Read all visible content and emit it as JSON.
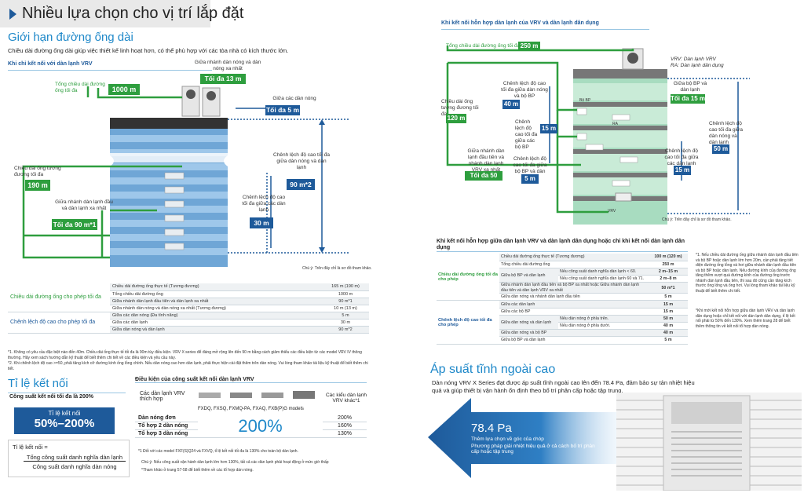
{
  "header": {
    "title": "Nhiều lựa chọn cho vị trí lắp đặt"
  },
  "pipe": {
    "title": "Giới hạn đường ống dài",
    "intro": "Chiều dài đường ống dài giúp việc thiết kế linh hoạt hơn, có thể phù hợp với các tòa nhà có kích thước lớn.",
    "subheader": "Khi chỉ kết nối với dàn lạnh VRV",
    "diagram": {
      "total_label": "Tổng chiều dài đường ống tối đa",
      "total_value": "1000 m",
      "outdoor_label": "Giữa nhánh dàn nóng và dàn nóng xa nhất",
      "outdoor_value": "Tối đa 13 m",
      "between_label": "Giữa các dàn nóng",
      "between_value": "Tối đa 5 m",
      "equiv_label": "Chiều dài ống tương đương tối đa",
      "equiv_value": "190 m",
      "height_label": "Chênh lệch độ cao tối đa giữa dàn nóng và dàn lạnh",
      "height_value": "90 m*2",
      "branch_label": "Giữa nhánh dàn lạnh đầu và dàn lạnh xa nhất",
      "branch_value": "Tối đa 90 m*1",
      "indoor_label": "Chênh lệch độ cao tối đa giữa các dàn lạnh",
      "indoor_value": "30 m",
      "note": "Chú ý: Trên đây chỉ là sơ đồ tham khảo."
    },
    "table": {
      "group1": "Chiều dài đường ống cho phép tối đa",
      "group2": "Chênh lệch độ cao cho phép tối đa",
      "rows1": [
        [
          "Chiều dài đường ống thực tế (Tương đương)",
          "165 m (190 m)"
        ],
        [
          "Tổng chiều dài đường ống",
          "1000 m"
        ],
        [
          "Giữa nhánh dàn lạnh đầu tiên và dàn lạnh xa nhất",
          "90 m*1"
        ],
        [
          "Giữa nhánh dàn nóng và dàn nóng xa nhất (Tương đương)",
          "10 m (13 m)"
        ]
      ],
      "rows2": [
        [
          "Giữa các dàn nóng (Đa tính năng)",
          "5 m"
        ],
        [
          "Giữa các dàn lạnh",
          "30 m"
        ],
        [
          "Giữa dàn nóng và dàn lạnh",
          "90 m*2"
        ]
      ]
    },
    "footnote1": "*1. Không có yêu cầu đặc biệt nào đến 40m. Chiều dài ống thực tế tối đa là 90m tùy điều kiện. VRV X series để đáng mở rộng lên đến 90 m bằng cách giảm thiểu các điều kiện từ các model VRV IV thông thường. Hãy xem sách hướng dẫn kỹ thuật để biết thêm chi tiết về các điều kiện và yêu cầu này.",
    "footnote2": "*2. Khi chênh lệch độ cao >=50, phải tăng kích cỡ đường kính ống lỏng chính. Nếu dàn nóng cao hơn dàn lạnh, phải thực hiện cài đặt thêm trên dàn nóng. Vui lòng tham khảo tài liệu kỹ thuật để biết thêm chi tiết."
  },
  "ratio": {
    "title": "Tỉ lệ kết nối",
    "capacity": "Công suất kết nối tối đa là 200%",
    "box_label": "Tỉ lệ kết nối",
    "box_value": "50%–200%",
    "formula_label": "Tỉ lệ kết nối =",
    "numerator": "Tổng công suất danh nghĩa dàn lạnh",
    "denominator": "Công suất danh nghĩa dàn nóng",
    "cond_header": "Điều kiện của công suất kết nối dàn lạnh VRV",
    "col1": "Các dàn lạnh VRV thích hợp",
    "models": "FXDQ, FXSQ, FXMQ-PA, FXAQ, FXB(P)G models",
    "col3": "Các kiểu dàn lạnh VRV khác*1",
    "big": "200%",
    "rows": [
      [
        "Dàn nóng đơn",
        "200%"
      ],
      [
        "Tổ hợp 2 dàn nóng",
        "160%"
      ],
      [
        "Tổ hợp 3 dàn nóng",
        "130%"
      ]
    ],
    "note1": "*1 Đối với các model FXF(S)Q24 và FXVQ, tỉ lệ kết nối tối đa là 130% cho toàn bộ dàn lạnh.",
    "note2": "Chú ý: Nếu công suất vận hành dàn lạnh lớn hơn 130%, tất cả các dàn lạnh phải hoạt động ở mức giờ thấp",
    "note3": "*Tham khảo ở trang 57-58 để biết thêm về các tổ hợp dàn nóng."
  },
  "mixed": {
    "header": "Khi kết nối hỗn hợp dàn lạnh của VRV và dàn lạnh dân dụng",
    "total_label": "Tổng chiều dài đường ống tối đa",
    "total_value": "250 m",
    "legend1": "VRV: Dàn lạnh VRV",
    "legend2": "RA: Dàn lạnh dân dụng",
    "equiv_label": "Chiều dài ống tương đương tối đa",
    "equiv_value": "120 m",
    "h40_label": "Chênh lệch độ cao tối đa giữa dàn nóng và bộ BP",
    "h40_value": "40 m",
    "bp_label": "Giữa bộ BP và dàn lạnh",
    "bp_value": "Tối đa 15 m",
    "bp15_label": "Chênh lệch độ cao tối đa giữa các bộ BP",
    "bp15_value": "15 m",
    "right50_label": "Chênh lệch độ cao tối đa giữa dàn nóng và dàn lạnh",
    "right50_value": "50 m",
    "branch_label": "Giữa nhánh dàn lạnh đầu tiên và nhánh dàn lạnh VRV xa nhất",
    "branch_value": "Tối đa 50 m*1",
    "bpbp_label": "Chênh lệch độ cao tối đa giữa bộ BP và dàn lạnh",
    "bpbp_value": "5 m",
    "ra15_label": "Chênh lệch độ cao tối đa giữa các dàn lạnh",
    "ra15_value": "15 m",
    "bp_tag": "Bộ BP",
    "ra_tag": "RA",
    "vrv_tag": "VRV",
    "note": "Chú ý: Trên đây chỉ là sơ đồ tham khảo."
  },
  "mixed_table": {
    "title": "Khi kết nối hỗn hợp giữa dàn lạnh VRV và dàn lạnh dân dụng hoặc chỉ khi kết nối dàn lạnh dân dụng",
    "group1": "Chiều dài đường ống tối đa cho phép",
    "group2": "Chênh lệch độ cao tối đa cho phép",
    "rows": [
      [
        "",
        "Chiều dài đường ống thực tế (Tương đương)",
        "100 m (120 m)"
      ],
      [
        "",
        "Tổng chiều dài đường ống",
        "250 m"
      ],
      [
        "Giữa bộ BP và dàn lạnh",
        "Nếu công suất danh nghĩa dàn lạnh < 60.",
        "2 m–15 m"
      ],
      [
        "",
        "Nếu công suất danh nghĩa dàn lạnh 60 và 71.",
        "2 m–8 m"
      ],
      [
        "",
        "Giữa nhánh dàn lạnh đầu tiên và bộ BP xa nhất hoặc Giữa nhánh dàn lạnh đầu tiên và dàn lạnh VRV xa nhất",
        "50 m*1"
      ],
      [
        "",
        "Giữa dàn nóng và nhánh dàn lạnh đầu tiên",
        "5 m"
      ],
      [
        "",
        "Giữa các dàn lạnh",
        "15 m"
      ],
      [
        "",
        "Giữa các bộ BP",
        "15 m"
      ],
      [
        "Giữa dàn nóng và dàn lạnh",
        "Nếu dàn nóng ở phía trên.",
        "50 m"
      ],
      [
        "",
        "Nếu dàn nóng ở phía dưới.",
        "40 m"
      ],
      [
        "",
        "Giữa dàn nóng và bộ BP",
        "40 m"
      ],
      [
        "",
        "Giữa bộ BP và dàn lạnh",
        "5 m"
      ]
    ],
    "side_note1": "*1. Nếu chiều dài đường ống giữa nhánh dàn lạnh đầu tiên và bộ BP hoặc dàn lạnh lớn hơn 20m, cần phải tăng tiết diện đường ống lỏng và hơi giữa nhánh dàn lạnh đầu tiên và bộ BP hoặc dàn lạnh. Nếu đường kính của đường ống tăng thêm vượt quá đường kính của đường ống trước nhánh dàn lạnh đầu tiên, thì sau đó cũng cần tăng kích thước ống lỏng và ống hơi. Vui lòng tham khảo tài liệu kỹ thuật để biết thêm chi tiết.",
    "side_note2": "*Khi mới kết nối hỗn hợp giữa dàn lạnh VRV và dàn lạnh dân dụng hoặc chỉ kết nối với dàn lạnh dân dụng, tỉ lệ kết nối phải từ 50% đến 130%. Xem thêm trang 28 để biết thêm thông tin về kết nối tổ hợp dàn nóng."
  },
  "pressure": {
    "title": "Áp suất tĩnh ngoài cao",
    "text": "Dàn nóng VRV X Series đạt được áp suất tĩnh ngoài cao lên đến 78.4 Pa, đảm bảo sự tản nhiệt hiệu quả và giúp thiết bị vận hành ổn định theo bố trí phân cấp hoặc tập trung.",
    "value": "78.4 Pa",
    "bullet1": "Thêm lựa chọn về góc của chóp",
    "bullet2": "Phương pháp giải nhiệt hiệu quả ở cả cách bố trí phân cấp hoặc tập trung"
  },
  "colors": {
    "green": "#2e9e3e",
    "blue": "#1e5a9a",
    "light_blue": "#1e88c9"
  }
}
